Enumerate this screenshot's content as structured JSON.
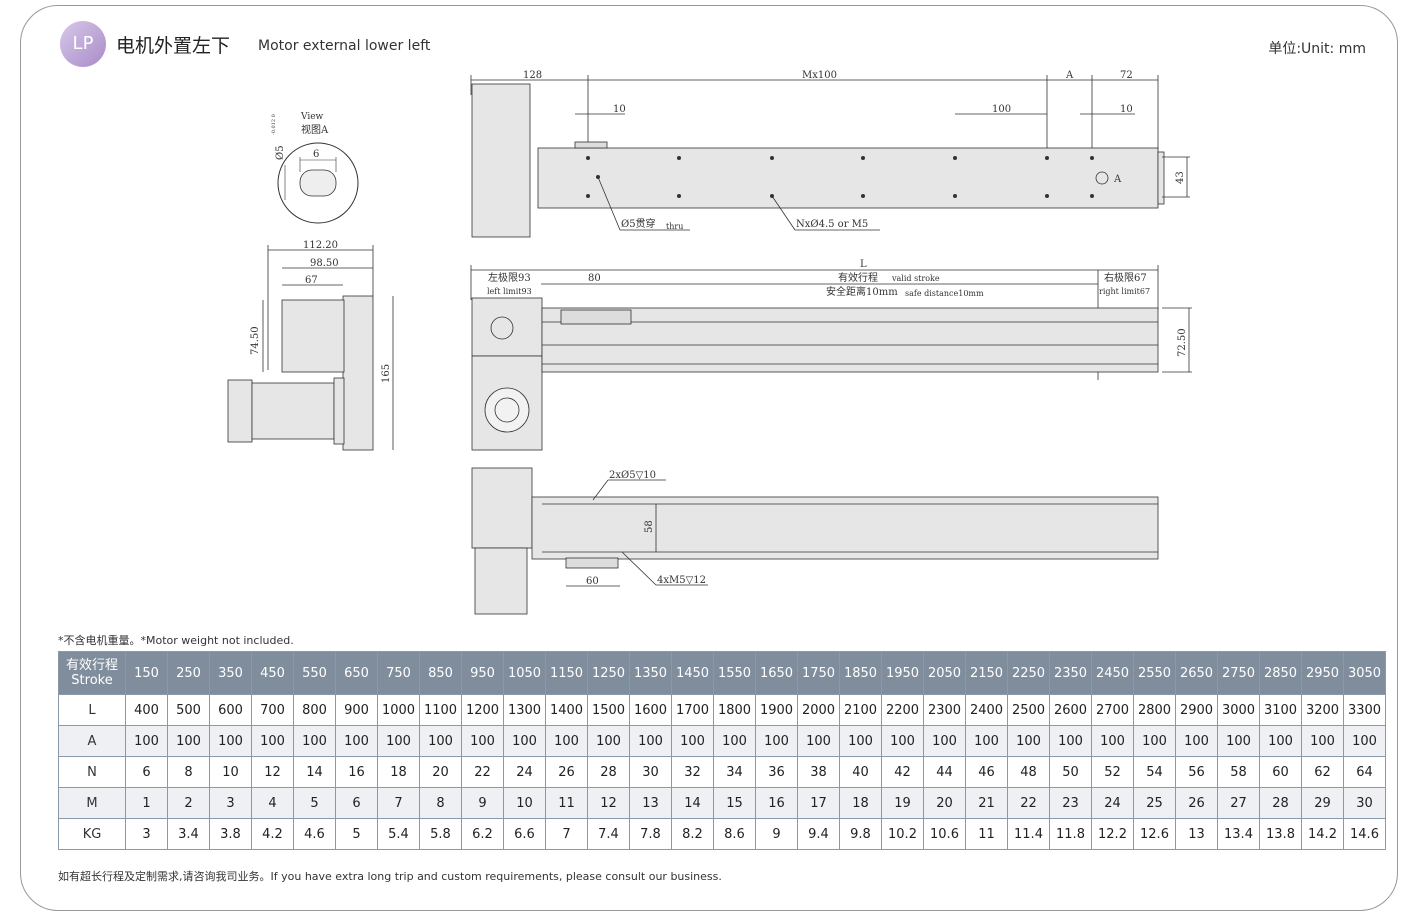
{
  "header": {
    "badge": "LP",
    "title_cn": "电机外置左下",
    "title_en": "Motor external  lower left",
    "unit": "单位:Unit: mm"
  },
  "drawing": {
    "view_a": {
      "label1": "View",
      "label2": "视图A",
      "dim_phi": "Ø5",
      "tol": "-0.012 0",
      "dim_6": "6"
    },
    "top_view": {
      "d128": "128",
      "dmx": "Mx100",
      "dA": "A",
      "d72": "72",
      "d10a": "10",
      "d100": "100",
      "d10b": "10",
      "d43": "43",
      "thru": "Ø5贯穿",
      "thru_en": "thru",
      "holes": "NxØ4.5 or M5",
      "markA": "A"
    },
    "side_view": {
      "d112": "112.20",
      "d98": "98.50",
      "d67": "67",
      "d74": "74.50",
      "d165": "165"
    },
    "front_view": {
      "dL": "L",
      "left_cn": "左极限93",
      "left_en": "left limit93",
      "d80": "80",
      "stroke_cn": "有效行程",
      "stroke_en": "valid stroke",
      "safe_cn": "安全距离10mm",
      "safe_en": "safe distance10mm",
      "right_cn": "右极限67",
      "right_en": "right limit67",
      "d72_50": "72.50"
    },
    "bottom_view": {
      "holes1": "2xØ5▽10",
      "d58": "58",
      "d60": "60",
      "holes2": "4xM5▽12"
    }
  },
  "note": "*不含电机重量。*Motor weight not included.",
  "table": {
    "header_label_cn": "有效行程",
    "header_label_en": "Stroke",
    "strokes": [
      "150",
      "250",
      "350",
      "450",
      "550",
      "650",
      "750",
      "850",
      "950",
      "1050",
      "1150",
      "1250",
      "1350",
      "1450",
      "1550",
      "1650",
      "1750",
      "1850",
      "1950",
      "2050",
      "2150",
      "2250",
      "2350",
      "2450",
      "2550",
      "2650",
      "2750",
      "2850",
      "2950",
      "3050"
    ],
    "rows": [
      {
        "label": "L",
        "values": [
          "400",
          "500",
          "600",
          "700",
          "800",
          "900",
          "1000",
          "1100",
          "1200",
          "1300",
          "1400",
          "1500",
          "1600",
          "1700",
          "1800",
          "1900",
          "2000",
          "2100",
          "2200",
          "2300",
          "2400",
          "2500",
          "2600",
          "2700",
          "2800",
          "2900",
          "3000",
          "3100",
          "3200",
          "3300"
        ]
      },
      {
        "label": "A",
        "values": [
          "100",
          "100",
          "100",
          "100",
          "100",
          "100",
          "100",
          "100",
          "100",
          "100",
          "100",
          "100",
          "100",
          "100",
          "100",
          "100",
          "100",
          "100",
          "100",
          "100",
          "100",
          "100",
          "100",
          "100",
          "100",
          "100",
          "100",
          "100",
          "100",
          "100"
        ]
      },
      {
        "label": "N",
        "values": [
          "6",
          "8",
          "10",
          "12",
          "14",
          "16",
          "18",
          "20",
          "22",
          "24",
          "26",
          "28",
          "30",
          "32",
          "34",
          "36",
          "38",
          "40",
          "42",
          "44",
          "46",
          "48",
          "50",
          "52",
          "54",
          "56",
          "58",
          "60",
          "62",
          "64"
        ]
      },
      {
        "label": "M",
        "values": [
          "1",
          "2",
          "3",
          "4",
          "5",
          "6",
          "7",
          "8",
          "9",
          "10",
          "11",
          "12",
          "13",
          "14",
          "15",
          "16",
          "17",
          "18",
          "19",
          "20",
          "21",
          "22",
          "23",
          "24",
          "25",
          "26",
          "27",
          "28",
          "29",
          "30"
        ]
      },
      {
        "label": "KG",
        "values": [
          "3",
          "3.4",
          "3.8",
          "4.2",
          "4.6",
          "5",
          "5.4",
          "5.8",
          "6.2",
          "6.6",
          "7",
          "7.4",
          "7.8",
          "8.2",
          "8.6",
          "9",
          "9.4",
          "9.8",
          "10.2",
          "10.6",
          "11",
          "11.4",
          "11.8",
          "12.2",
          "12.6",
          "13",
          "13.4",
          "13.8",
          "14.2",
          "14.6"
        ]
      }
    ]
  },
  "footnote": "如有超长行程及定制需求,请咨询我司业务。If you have extra long trip and custom requirements, please consult our business."
}
